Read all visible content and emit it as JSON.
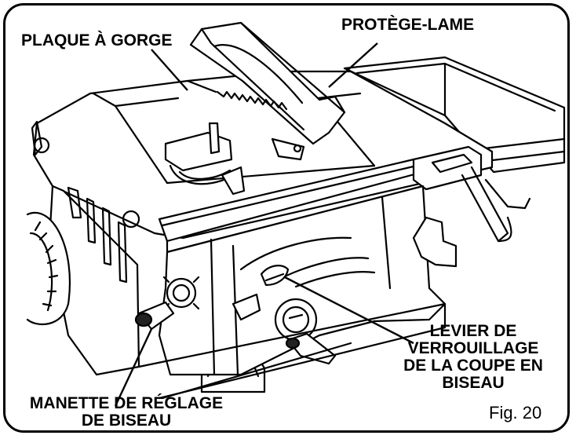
{
  "labels": {
    "throat_plate": "PLAQUE À GORGE",
    "blade_guard": "PROTÈGE-LAME",
    "bevel_lock_lever": [
      "LEVIER DE",
      "VERROUILLAGE",
      "DE LA COUPE EN",
      "BISEAU"
    ],
    "bevel_knob": [
      "MANETTE DE RÉGLAGE",
      "DE BISEAU"
    ]
  },
  "figure_caption": "Fig. 20"
}
